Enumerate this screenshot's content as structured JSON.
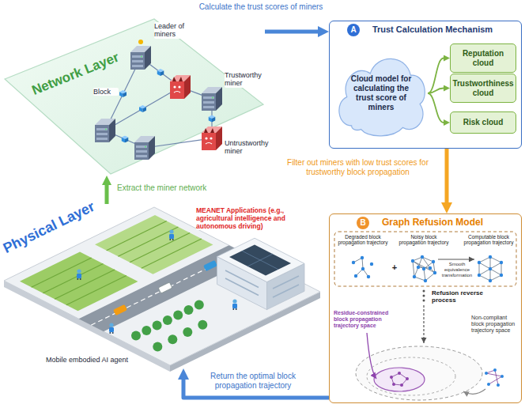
{
  "diagram": {
    "nodes": [
      {
        "text": [
          "Network Layer"
        ]
      },
      {
        "text": [
          "Trust Calculation Mechanism"
        ]
      },
      {
        "text": [
          "A"
        ],
        "in": 1
      },
      {
        "text": [
          "Cloud model for calculating the trust score of miners"
        ],
        "in": 1
      },
      {
        "text": [
          "Reputation cloud"
        ],
        "in": 1
      },
      {
        "text": [
          "Trustworthiness cloud"
        ],
        "in": 1
      },
      {
        "text": [
          "Risk cloud"
        ],
        "in": 1
      },
      {
        "text": [
          "Physical Layer"
        ]
      },
      {
        "text": [
          "Graph Refusion Model"
        ]
      },
      {
        "text": [
          "B"
        ],
        "in": 8
      }
    ],
    "edges": [
      {
        "from": 0,
        "to": 1,
        "label": "Calculate the trust scores of miners",
        "arrow": "to"
      },
      {
        "from": 1,
        "to": 8,
        "label": "Filter out miners with low trust scores for trustworthy block propagation",
        "arrow": "to"
      },
      {
        "from": 8,
        "to": 7,
        "label": "Return the optimal block propagation trajectory",
        "arrow": "to"
      },
      {
        "from": 7,
        "to": 0,
        "label": "Extract the miner network",
        "arrow": "to"
      },
      {
        "from": 3,
        "to": 4,
        "arrow": "to"
      },
      {
        "from": 3,
        "to": 5,
        "arrow": "to"
      },
      {
        "from": 3,
        "to": 6,
        "arrow": "to"
      }
    ],
    "labels": [
      "Leader of miners",
      "Block",
      "Trustworthy miner",
      "Untrustworthy miner",
      "MEANET Applications (e.g., agricultural intelligence and autonomous driving)",
      "Mobile embodied AI agent",
      "Degraded block propagation trajectory",
      "+",
      "Noisy block propagation trajectory",
      "Computable block propagation trajectory",
      "Smooth equivalence transformation",
      "Refusion reverse process",
      "Residue-constrained block propagation trajectory space",
      "Non-compliant block propagation trajectory space"
    ]
  }
}
